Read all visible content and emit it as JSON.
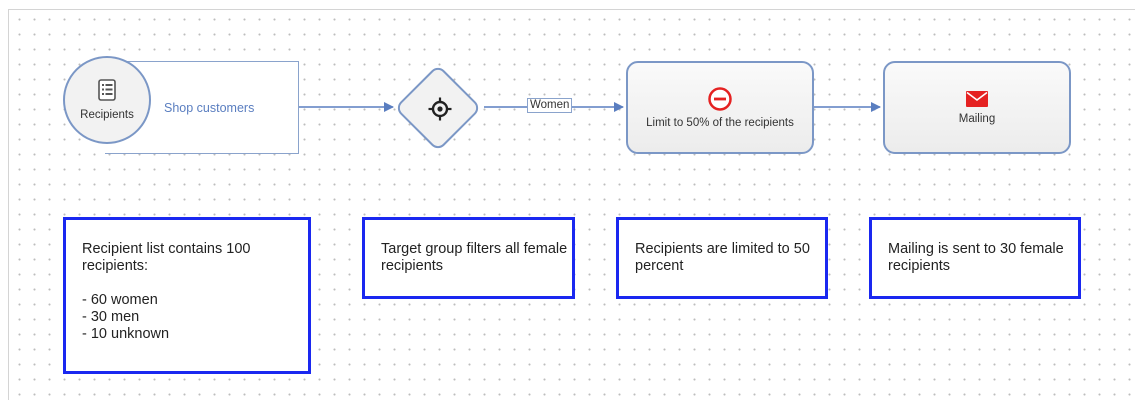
{
  "diagram": {
    "source": {
      "node_label": "Recipients",
      "title": "Shop customers",
      "icon": "list-document-icon"
    },
    "target_group": {
      "icon": "crosshair-target-icon"
    },
    "connection_label": "Women",
    "limit": {
      "label": "Limit to 50% of the recipients",
      "icon": "minus-circle-icon",
      "icon_color": "#e52222"
    },
    "mailing": {
      "label": "Mailing",
      "icon": "envelope-icon",
      "icon_color": "#e52222"
    },
    "notes": [
      "Recipient list contains 100 recipients:\n\n- 60 women\n- 30 men\n- 10 unknown",
      "Target group filters all female recipients",
      "Recipients are limited to 50 percent",
      "Mailing is sent to 30 female recipients"
    ],
    "colors": {
      "node_border": "#7b97c6",
      "note_border": "#1a28f0",
      "connector": "#5a7ec0"
    }
  }
}
